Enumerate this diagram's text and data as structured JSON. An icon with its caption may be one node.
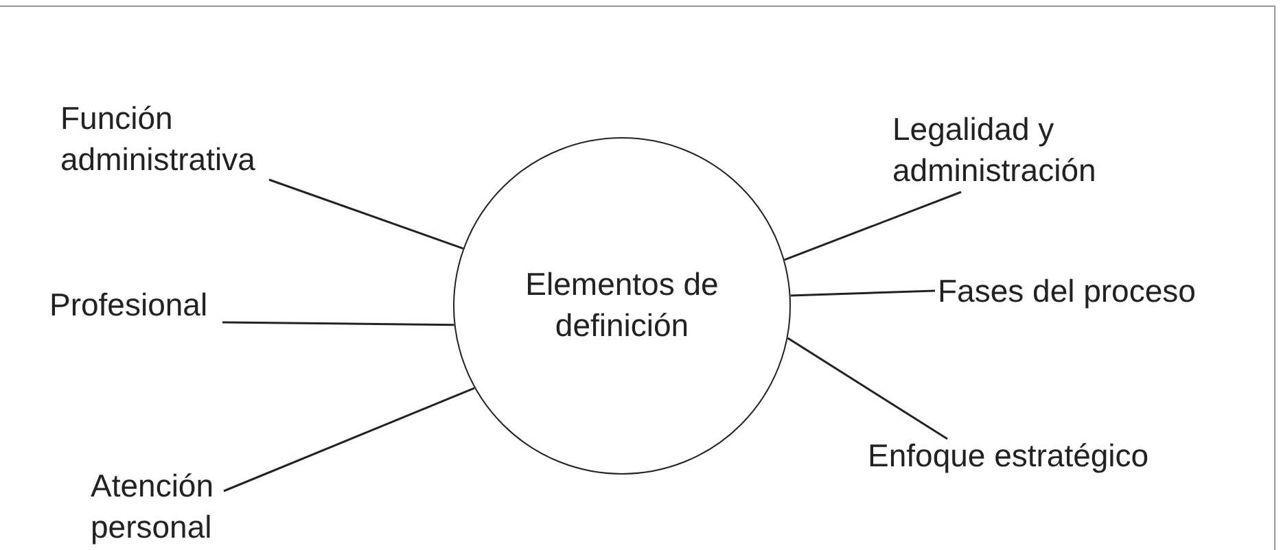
{
  "diagram": {
    "nodes": [
      {
        "text": [
          "Elementos de definición"
        ]
      },
      {
        "text": [
          "Función administrativa"
        ]
      },
      {
        "text": [
          "Profesional"
        ]
      },
      {
        "text": [
          "Atención personal"
        ]
      },
      {
        "text": [
          "Legalidad y administración"
        ]
      },
      {
        "text": [
          "Fases del proceso"
        ]
      },
      {
        "text": [
          "Enfoque estratégico"
        ]
      }
    ],
    "edges": [
      {
        "from": 0,
        "to": 1,
        "arrow": "none"
      },
      {
        "from": 0,
        "to": 2,
        "arrow": "none"
      },
      {
        "from": 0,
        "to": 3,
        "arrow": "none"
      },
      {
        "from": 0,
        "to": 4,
        "arrow": "none"
      },
      {
        "from": 0,
        "to": 5,
        "arrow": "none"
      },
      {
        "from": 0,
        "to": 6,
        "arrow": "none"
      }
    ]
  }
}
